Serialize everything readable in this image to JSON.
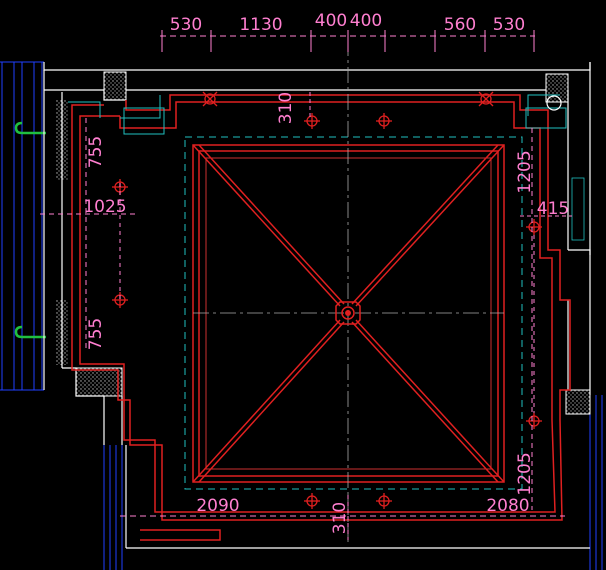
{
  "colors": {
    "background": "#000000",
    "wall": "#ffffff",
    "ceiling": "#e02020",
    "dimension": "#ff7fd0",
    "offset": "#20c0c0",
    "window": "#2040ff",
    "handle": "#20c040",
    "hatch": "#bbbbbb"
  },
  "icons": {
    "light": "downlight-icon",
    "pendant": "pendant-light-icon",
    "vent": "air-vent-icon",
    "column": "column-hatch-icon"
  },
  "dimensions": {
    "top": [
      "530",
      "1130",
      "400",
      "400",
      "560",
      "530"
    ],
    "top_inner": "310",
    "bottom_inner": "310",
    "left_upper": "755",
    "left_lower": "755",
    "left_span": "1025",
    "right_upper": "1205",
    "right_lower": "1205",
    "right_span": "415",
    "bottom_left": "2090",
    "bottom_right": "2080"
  }
}
